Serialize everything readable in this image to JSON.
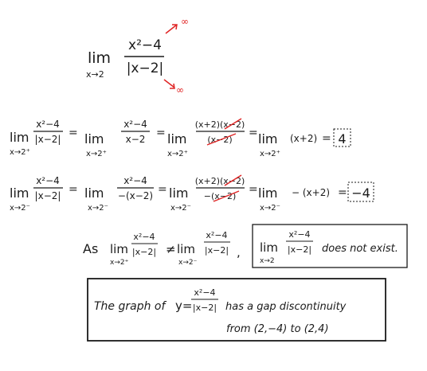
{
  "top": {
    "lim": "lim",
    "sub": "x→2",
    "numerator": "x²−4",
    "denominator": "|x−2|",
    "arrow_label_up": "∞",
    "arrow_label_down": "∞",
    "accent_color": "#e02424"
  },
  "right_limit": {
    "lhs_num": "x²−4",
    "lhs_den": "|x−2|",
    "lhs_sub": "x→2⁺",
    "step1_num": "x²−4",
    "step1_den": "x−2",
    "step1_sub": "x→2⁺",
    "step2_num": "(x+2)(x−2)",
    "step2_den": "(x−2)",
    "step2_sub": "x→2⁺",
    "step3_expr": "(x+2)",
    "step3_sub": "x→2⁺",
    "result": "4"
  },
  "left_limit": {
    "lhs_num": "x²−4",
    "lhs_den": "|x−2|",
    "lhs_sub": "x→2⁻",
    "step1_num": "x²−4",
    "step1_den": "−(x−2)",
    "step1_sub": "x→2⁻",
    "step2_num": "(x+2)(x−2)",
    "step2_den": "−(x−2)",
    "step2_sub": "x→2⁻",
    "step3_expr": "− (x+2)",
    "step3_sub": "x→2⁻",
    "result": "−4"
  },
  "conclusion": {
    "as": "As",
    "neq": "≠",
    "comma": ",",
    "right_sub": "x→2⁺",
    "left_sub": "x→2⁻",
    "frac_num": "x²−4",
    "frac_den": "|x−2|",
    "box_sub": "x→2",
    "box_text": "does not exist."
  },
  "statement": {
    "line1_a": "The graph of",
    "y_eq": "y=",
    "frac_num": "x²−4",
    "frac_den": "|x−2|",
    "line1_b": "has a gap discontinuity",
    "line2": "from (2,−4) to (2,4)"
  },
  "shared": {
    "lim": "lim",
    "eq": "="
  }
}
